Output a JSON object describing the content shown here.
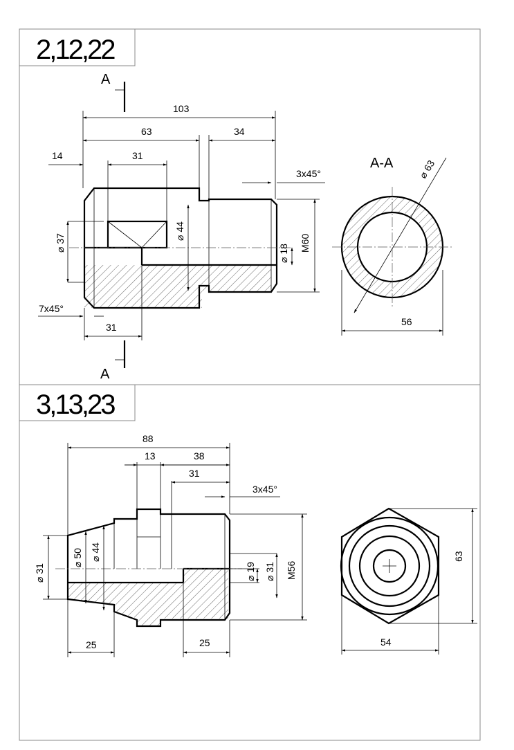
{
  "drawing1": {
    "variant": "2,12,22",
    "section_mark": "A",
    "section_title": "A-A",
    "dims": {
      "overall": "103",
      "left_len": "63",
      "thread_len": "34",
      "bore_offset": "14",
      "bore_len": "31",
      "bottom_len": "31",
      "chamfer_right": "3x45°",
      "chamfer_left": "7x45°",
      "bore_dia": "⌀ 37",
      "neck_dia": "⌀ 44",
      "hole_dia": "⌀ 18",
      "thread": "M60",
      "section_dia": "⌀ 63",
      "section_width": "56"
    }
  },
  "drawing2": {
    "variant": "3,13,23",
    "dims": {
      "overall": "88",
      "collar": "13",
      "right_len": "38",
      "thread_len": "31",
      "chamfer": "3x45°",
      "left_dia": "⌀ 31",
      "cone_dia": "⌀ 50",
      "step_dia": "⌀ 44",
      "hole_dia": "⌀ 19",
      "bore_dia": "⌀ 31",
      "thread": "M56",
      "left_len": "25",
      "bore_len": "25",
      "hex_height": "63",
      "hex_width": "54"
    }
  },
  "colors": {
    "line": "#000000",
    "frame": "#888888",
    "paper": "#ffffff"
  }
}
